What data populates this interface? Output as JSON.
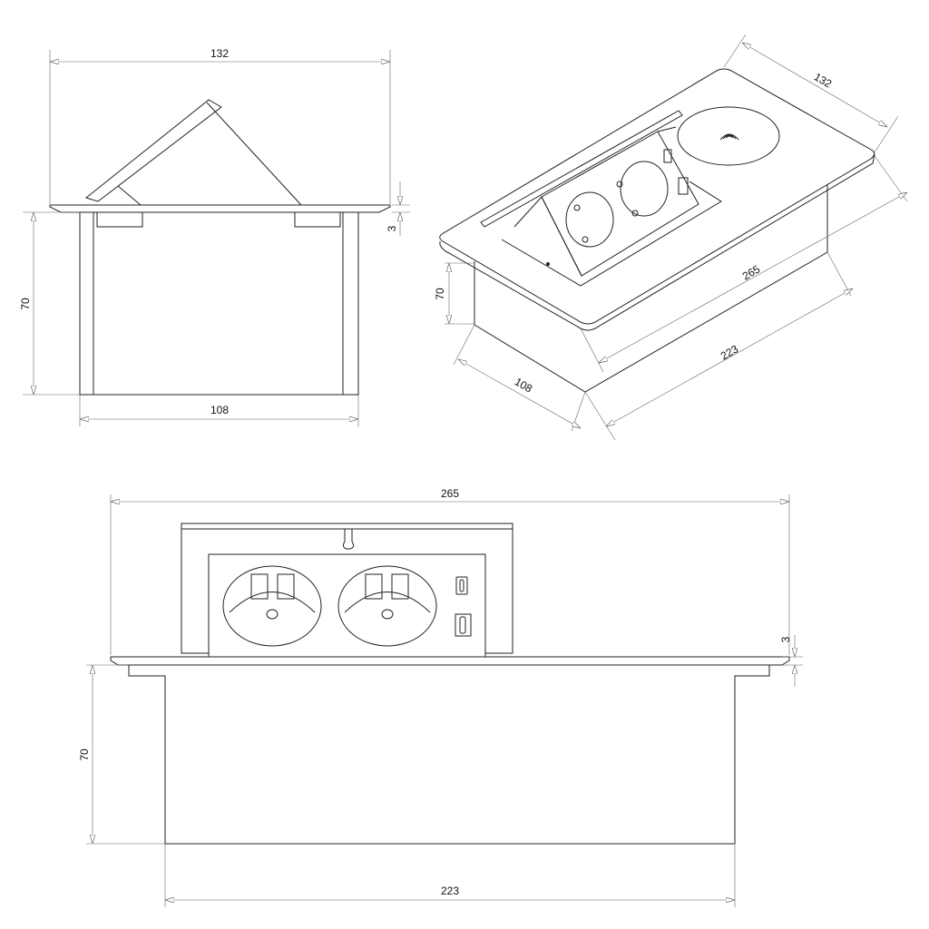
{
  "side_view": {
    "overall_width": "132",
    "plate_thickness": "3",
    "body_height": "70",
    "body_width": "108"
  },
  "iso_view": {
    "overall_width": "132",
    "overall_length": "265",
    "body_length": "223",
    "body_width": "108",
    "body_height": "70",
    "wireless_icon": "wireless-charging-icon"
  },
  "front_view": {
    "overall_length": "265",
    "plate_thickness": "3",
    "body_height": "70",
    "body_length": "223"
  },
  "colors": {
    "line": "#222222",
    "dimension": "#666666"
  }
}
